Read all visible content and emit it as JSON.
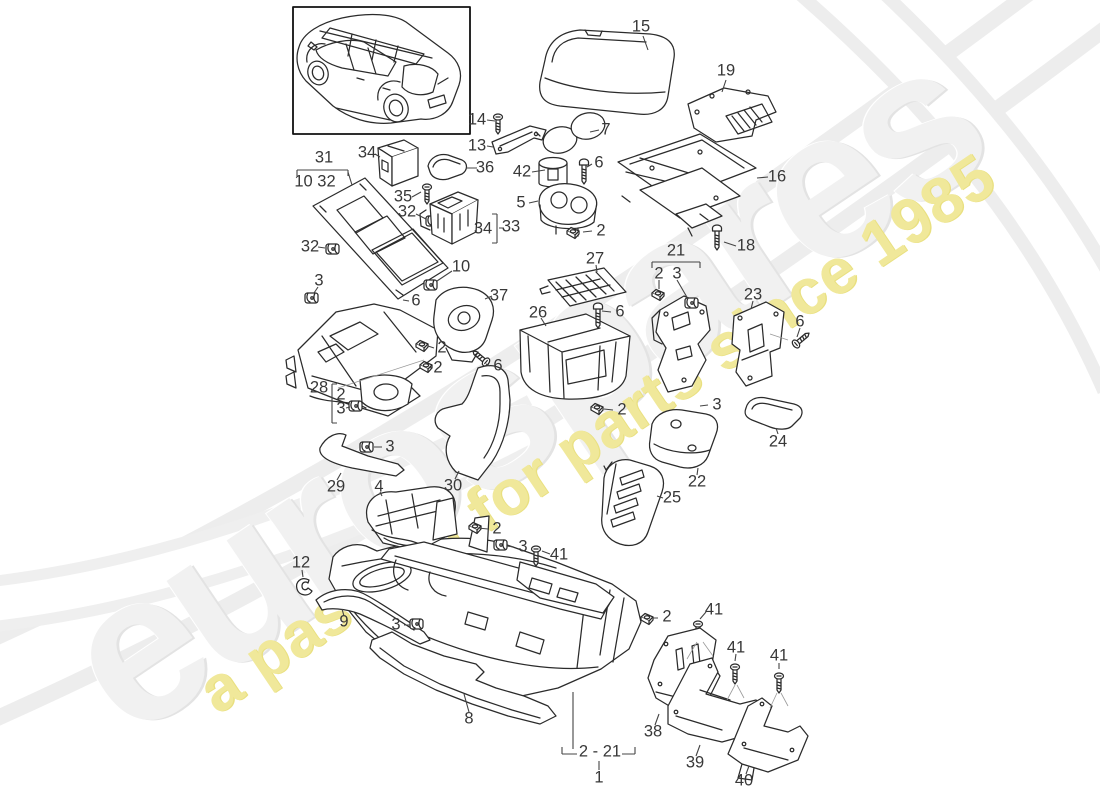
{
  "watermark": {
    "brand": "eurospares",
    "tagline": "a passion for parts since 1985",
    "brand_color": "#f1f1f1",
    "tagline_color": "#f0e89a"
  },
  "colors": {
    "line": "#2b2b2b",
    "leader": "#444444",
    "label": "#383838"
  },
  "labels": {
    "p15": "15",
    "p19": "19",
    "p14": "14",
    "p13": "13",
    "p7": "7",
    "p16": "16",
    "p36": "36",
    "p42": "42",
    "p6a": "6",
    "p34a": "34",
    "p31": "31",
    "p10_32": "10 32",
    "p35": "35",
    "p32a": "32",
    "p5": "5",
    "p34b": "34",
    "p33": "33",
    "p2a": "2",
    "p18": "18",
    "p21": "21",
    "p2b": "2",
    "p3b": "3",
    "p23": "23",
    "p27": "27",
    "p32b": "32",
    "p10b": "10",
    "p3a": "3",
    "p37": "37",
    "p6b": "6",
    "p26": "26",
    "p6c": "6",
    "p6d": "6",
    "p2c": "2",
    "p2d": "2",
    "p6e": "6",
    "p28": "28",
    "p2e": "2",
    "p3c": "3",
    "p2f": "2",
    "p3d": "3",
    "p3e": "3",
    "p24": "24",
    "p29": "29",
    "p30": "30",
    "p4": "4",
    "p22": "22",
    "p25": "25",
    "p2g": "2",
    "p3f": "3",
    "p41a": "41",
    "p12": "12",
    "p41b": "41",
    "p2h": "2",
    "p9": "9",
    "p3g": "3",
    "p41c": "41",
    "p41d": "41",
    "p8": "8",
    "p38": "38",
    "p39": "39",
    "p40": "40",
    "prange": "2 - 21",
    "p1": "1"
  }
}
